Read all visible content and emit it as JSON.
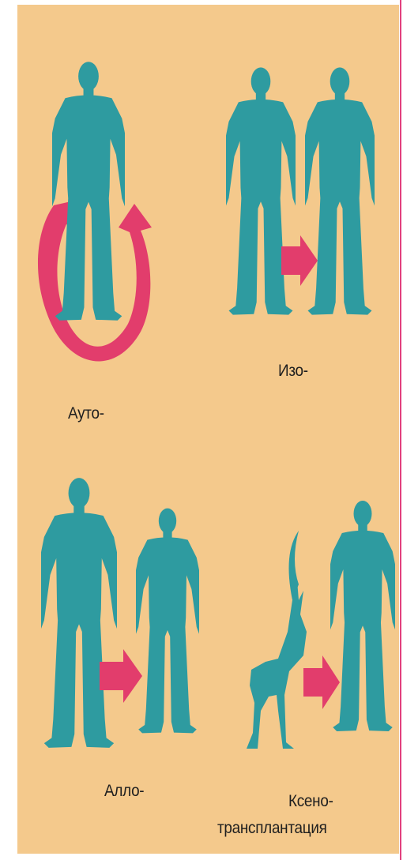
{
  "colors": {
    "background": "#f4c98c",
    "figure": "#2e9ba0",
    "arrow": "#e23d6c",
    "text": "#1f1f1f"
  },
  "labels": {
    "auto": "Ауто-",
    "iso": "Изо-",
    "allo": "Алло-",
    "xeno_line1": "Ксено-",
    "xeno_line2": "трансплантация"
  },
  "icons": [
    "human-figure-icon",
    "circular-arrow-icon",
    "right-arrow-icon",
    "goat-icon"
  ]
}
